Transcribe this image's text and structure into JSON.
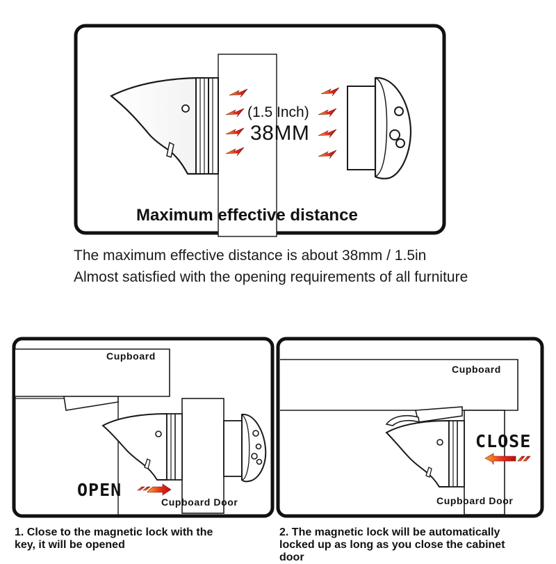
{
  "top_panel": {
    "measure_inch": "(1.5 Inch)",
    "measure_mm": "38MM",
    "heading": "Maximum effective distance"
  },
  "description": {
    "line1": "The maximum effective distance is about 38mm / 1.5in",
    "line2": "Almost satisfied with the opening requirements of all furniture"
  },
  "left_panel": {
    "cupboard_label": "Cupboard",
    "door_label": "Cupboard Door",
    "action_label": "OPEN",
    "caption_line1": "1. Close to the magnetic lock with the",
    "caption_line2": "key, it will be opened"
  },
  "right_panel": {
    "cupboard_label": "Cupboard",
    "door_label": "Cupboard Door",
    "action_label": "CLOSE",
    "caption_line1": "2. The magnetic lock will be automatically",
    "caption_line2": "locked up as long as you close the cabinet",
    "caption_line3": "door"
  },
  "colors": {
    "frame": "#111111",
    "arrow_red": "#e3201b",
    "arrow_orange": "#f39a1e",
    "arrow_dark": "#6a1410"
  }
}
